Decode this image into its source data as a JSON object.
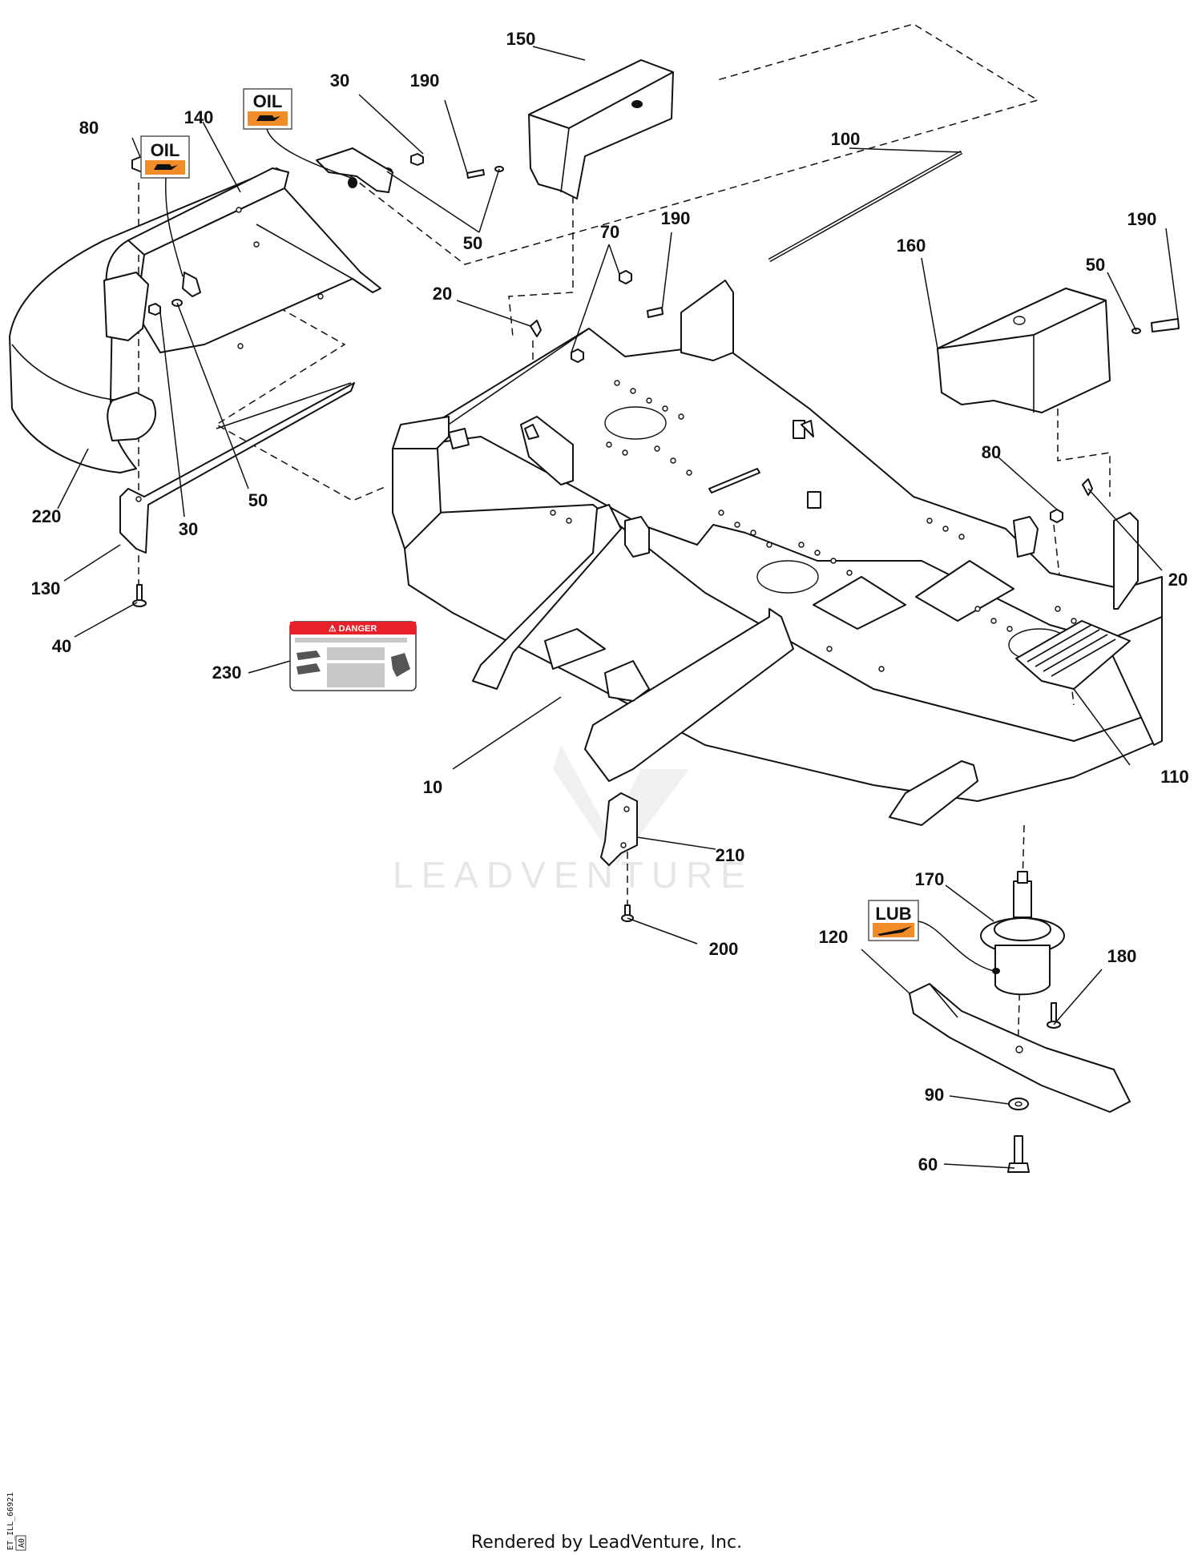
{
  "callouts": [
    {
      "id": "10",
      "text": "10"
    },
    {
      "id": "20a",
      "text": "20"
    },
    {
      "id": "20b",
      "text": "20"
    },
    {
      "id": "30a",
      "text": "30"
    },
    {
      "id": "30b",
      "text": "30"
    },
    {
      "id": "40",
      "text": "40"
    },
    {
      "id": "50a",
      "text": "50"
    },
    {
      "id": "50b",
      "text": "50"
    },
    {
      "id": "50c",
      "text": "50"
    },
    {
      "id": "60",
      "text": "60"
    },
    {
      "id": "70",
      "text": "70"
    },
    {
      "id": "80a",
      "text": "80"
    },
    {
      "id": "80b",
      "text": "80"
    },
    {
      "id": "90",
      "text": "90"
    },
    {
      "id": "100",
      "text": "100"
    },
    {
      "id": "110",
      "text": "110"
    },
    {
      "id": "120",
      "text": "120"
    },
    {
      "id": "130",
      "text": "130"
    },
    {
      "id": "140",
      "text": "140"
    },
    {
      "id": "150",
      "text": "150"
    },
    {
      "id": "160",
      "text": "160"
    },
    {
      "id": "170",
      "text": "170"
    },
    {
      "id": "180",
      "text": "180"
    },
    {
      "id": "190a",
      "text": "190"
    },
    {
      "id": "190b",
      "text": "190"
    },
    {
      "id": "190c",
      "text": "190"
    },
    {
      "id": "200",
      "text": "200"
    },
    {
      "id": "210",
      "text": "210"
    },
    {
      "id": "220",
      "text": "220"
    },
    {
      "id": "230",
      "text": "230"
    }
  ],
  "tags": {
    "oil_1": "OIL",
    "oil_2": "OIL",
    "lub": "LUB"
  },
  "decal": {
    "header": "⚠ DANGER",
    "header_color": "#e8202a"
  },
  "accent_color": "#f28c28",
  "watermark": "LEADVENTURE",
  "footer": "Rendered by LeadVenture, Inc.",
  "side_code": "ET_ILL_66921",
  "side_rev": "A0"
}
